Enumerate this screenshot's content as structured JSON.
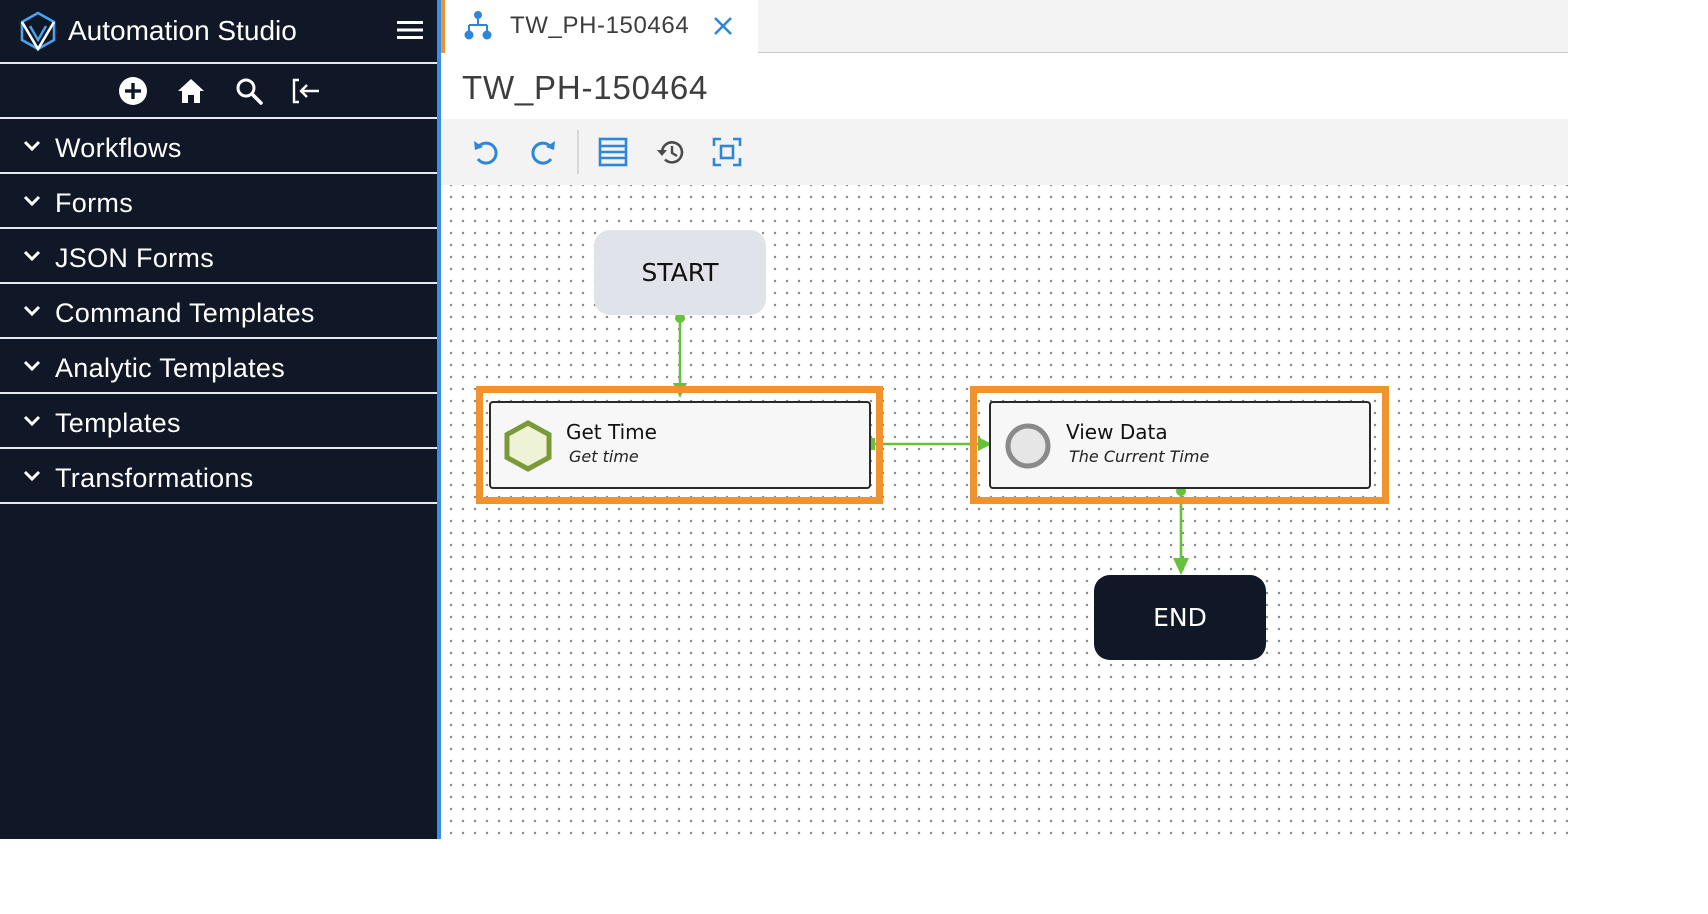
{
  "sidebar": {
    "app_title": "Automation Studio",
    "actions": [
      "add-icon",
      "home-icon",
      "search-icon",
      "collapse-icon"
    ],
    "items": [
      {
        "label": "Workflows"
      },
      {
        "label": "Forms"
      },
      {
        "label": "JSON Forms"
      },
      {
        "label": "Command Templates"
      },
      {
        "label": "Analytic Templates"
      },
      {
        "label": "Templates"
      },
      {
        "label": "Transformations"
      }
    ]
  },
  "tabs": [
    {
      "label": "TW_PH-150464",
      "icon": "workflow-icon",
      "active": true
    }
  ],
  "page": {
    "title": "TW_PH-150464"
  },
  "toolbar": [
    "undo-icon",
    "redo-icon",
    "list-icon",
    "history-icon",
    "fit-to-screen-icon"
  ],
  "workflow": {
    "start_label": "START",
    "end_label": "END",
    "tasks": [
      {
        "name": "Get Time",
        "description": "Get time",
        "icon": "hexagon-icon",
        "selected": true
      },
      {
        "name": "View Data",
        "description": "The Current Time",
        "icon": "circle-icon",
        "selected": true
      }
    ]
  },
  "colors": {
    "sidebar_bg": "#101827",
    "accent_blue": "#3b8ee8",
    "selection_orange": "#f0922e",
    "edge_green": "#66c23a",
    "hexagon_green": "#7a9a3a",
    "icon_blue": "#2e86d8"
  }
}
